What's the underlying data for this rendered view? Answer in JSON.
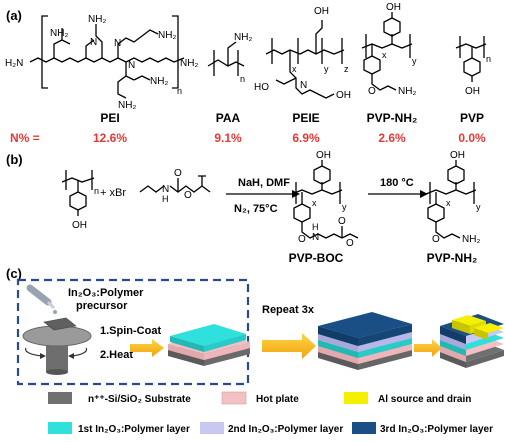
{
  "panel_a": {
    "label": "(a)",
    "polymers": [
      {
        "name": "PEI",
        "n_percent": "12.6%"
      },
      {
        "name": "PAA",
        "n_percent": "9.1%"
      },
      {
        "name": "PEIE",
        "n_percent": "6.9%"
      },
      {
        "name": "PVP-NH₂",
        "n_percent": "2.6%"
      },
      {
        "name": "PVP",
        "n_percent": "0.0%"
      }
    ],
    "n_label": "N% =",
    "structure_text": {
      "nh2": "NH₂",
      "h2n": "H₂N",
      "n": "N",
      "oh": "OH",
      "ho": "HO",
      "sub_n": "n",
      "sub_x": "x",
      "sub_y": "y",
      "sub_z": "z"
    }
  },
  "panel_b": {
    "label": "(b)",
    "reagent": "+ xBr",
    "cond1": "NaH, DMF",
    "cond2": "N₂, 75°C",
    "cond3": "180 °C",
    "product1": "PVP-BOC",
    "product2": "PVP-NH₂",
    "oh": "OH",
    "nh2": "NH₂",
    "o": "O",
    "h": "H",
    "n": "N"
  },
  "panel_c": {
    "label": "(c)",
    "precursor_line1": "In₂O₃:Polymer",
    "precursor_line2": "precursor",
    "step1": "1.Spin-Coat",
    "step2": "2.Heat",
    "repeat": "Repeat 3x"
  },
  "legend": [
    {
      "label": "n⁺⁺-Si/SiO₂ Substrate",
      "color": "#707070"
    },
    {
      "label": "Hot plate",
      "color": "#f3c0c4"
    },
    {
      "label": "Al source and drain",
      "color": "#f5f000"
    },
    {
      "label": "1st In₂O₃:Polymer layer",
      "color": "#2fe0dc"
    },
    {
      "label": "2nd In₂O₃:Polymer layer",
      "color": "#c9c8f2"
    },
    {
      "label": "3rd In₂O₃:Polymer layer",
      "color": "#1a4f86"
    }
  ],
  "colors": {
    "accent_red": "#e53935",
    "box_dash": "#2b4a8c",
    "arrow": "#f0a30a"
  }
}
